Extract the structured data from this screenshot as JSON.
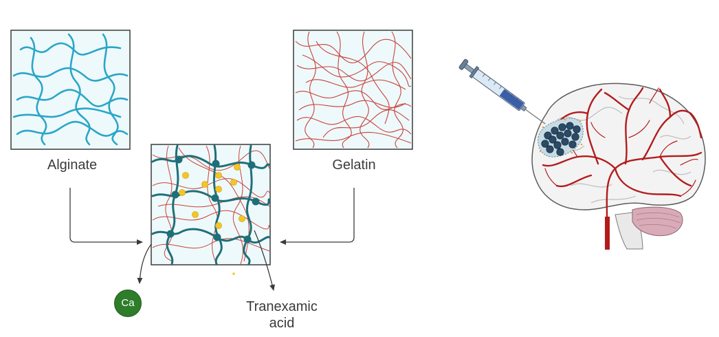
{
  "labels": {
    "alginate": "Alginate",
    "gelatin": "Gelatin",
    "tranexamic_line1": "Tranexamic",
    "tranexamic_line2": "acid",
    "calcium": "Ca"
  },
  "colors": {
    "box_fill": "#eef9fb",
    "box_border": "#3a3a3a",
    "alginate_fiber": "#2aa6c8",
    "gelatin_fiber": "#c8413a",
    "crosslink_node": "#1f6f78",
    "drug_particle": "#f2c62a",
    "calcium": "#2e7d2a",
    "vessel": "#b31b1b",
    "brain": "#f3f3f3"
  },
  "icons": [
    "syringe-icon",
    "brain-icon"
  ]
}
